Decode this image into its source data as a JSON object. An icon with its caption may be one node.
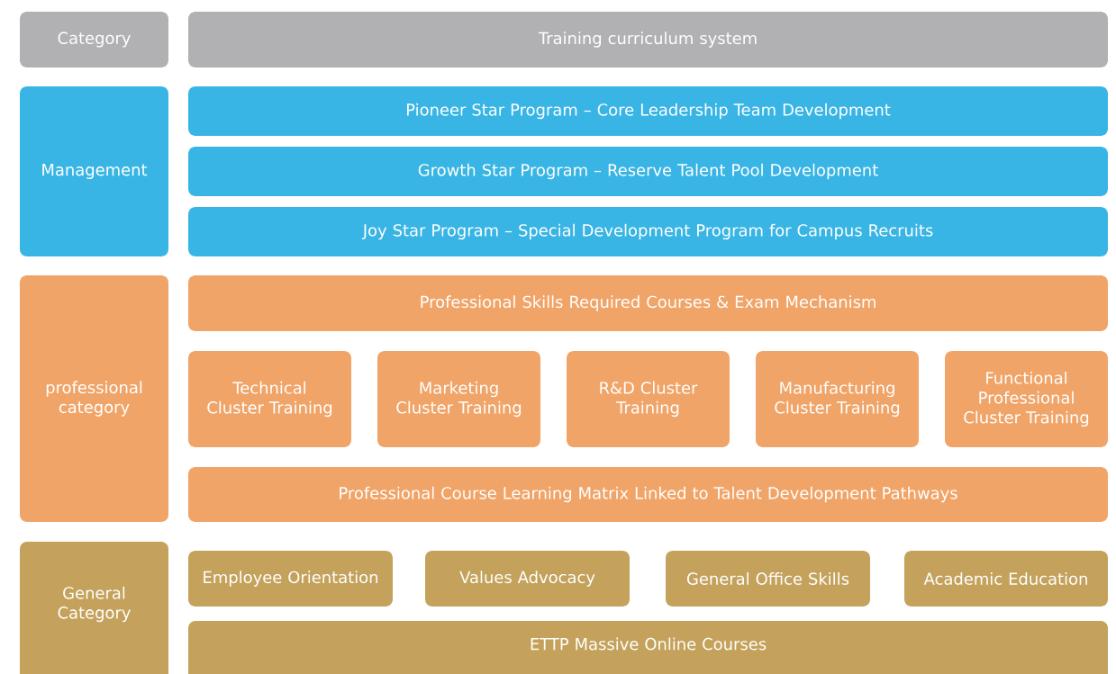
{
  "diagram": {
    "nodes": [
      {
        "text": [
          "Category"
        ]
      },
      {
        "text": [
          "Training curriculum system"
        ]
      },
      {
        "text": [
          "Management"
        ]
      },
      {
        "text": [
          "Pioneer Star Program – Core Leadership Team Development"
        ]
      },
      {
        "text": [
          "Growth Star Program – Reserve Talent Pool Development"
        ]
      },
      {
        "text": [
          "Joy Star Program – Special Development Program for Campus Recruits"
        ]
      },
      {
        "text": [
          "professional category"
        ]
      },
      {
        "text": [
          "Professional Skills Required Courses & Exam Mechanism"
        ]
      },
      {
        "text": [
          "Technical Cluster Training"
        ]
      },
      {
        "text": [
          "Marketing Cluster Training"
        ]
      },
      {
        "text": [
          "R&D Cluster Training"
        ]
      },
      {
        "text": [
          "Manufacturing Cluster Training"
        ]
      },
      {
        "text": [
          "Functional Professional Cluster Training"
        ]
      },
      {
        "text": [
          "Professional Course Learning Matrix Linked to Talent Development Pathways"
        ]
      },
      {
        "text": [
          "General Category"
        ]
      },
      {
        "text": [
          "Employee Orientation"
        ]
      },
      {
        "text": [
          "Values Advocacy"
        ]
      },
      {
        "text": [
          "General Office Skills"
        ]
      },
      {
        "text": [
          "Academic Education"
        ]
      },
      {
        "text": [
          "ETTP Massive Online Courses"
        ]
      }
    ]
  }
}
